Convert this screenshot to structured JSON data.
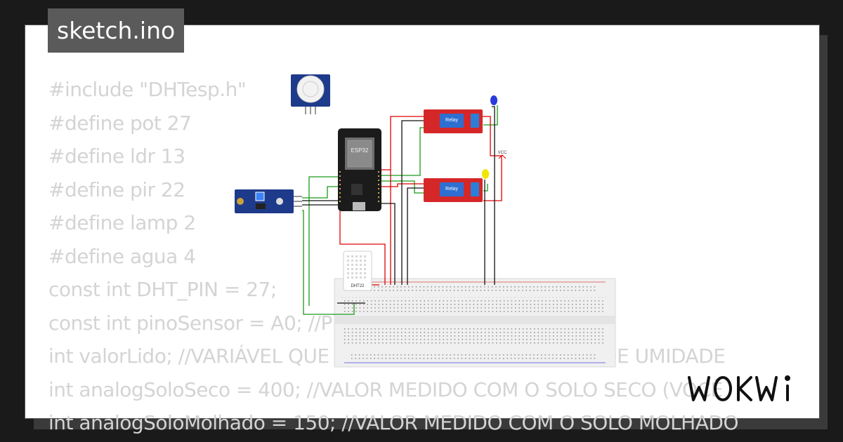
{
  "tab": {
    "filename": "sketch.ino"
  },
  "code_lines": [
    "#include \"DHTesp.h\"",
    "#define pot 27",
    "#define ldr 13",
    "#define pir 22",
    "#define lamp 2",
    "#define agua 4",
    "const int DHT_PIN = 27;",
    "const int pinoSensor = A0; //PINO UTILIZADO PELO SENSOR",
    "int valorLido; //VARIÁVEL QUE ARMAZENA O PERCENTUAL DE UMIDADE",
    "int analogSoloSeco = 400; //VALOR MEDIDO COM O SOLO SECO (VOCÊ",
    "int analogSoloMolhado = 150; //VALOR MEDIDO COM O SOLO MOLHADO"
  ],
  "components": {
    "esp32": "ESP32",
    "relay1": "Relay",
    "relay2": "Relay",
    "dht": "DHT22",
    "vcc": "VCC"
  },
  "brand": {
    "logo": "WOKWi"
  },
  "colors": {
    "background": "#1a1a1a",
    "code_text": "#d4d4d4",
    "relay_red": "#d62728",
    "wire_red": "#e00000",
    "wire_green": "#1a9a1a",
    "title_bg": "#5a5a5a"
  }
}
